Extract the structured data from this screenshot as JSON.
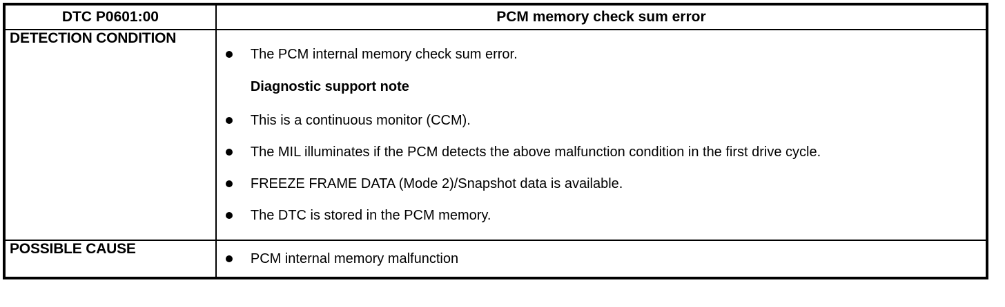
{
  "table": {
    "header": {
      "dtc_code": "DTC P0601:00",
      "dtc_title": "PCM memory check sum error"
    },
    "rows": [
      {
        "label": "DETECTION CONDITION",
        "items": [
          {
            "kind": "bullet",
            "text": "The PCM internal memory check sum error."
          },
          {
            "kind": "note",
            "text": "Diagnostic support note"
          },
          {
            "kind": "bullet",
            "text": "This is a continuous monitor (CCM)."
          },
          {
            "kind": "bullet",
            "text": "The MIL illuminates if the PCM detects the above malfunction condition in the first drive cycle."
          },
          {
            "kind": "bullet",
            "text": "FREEZE FRAME DATA (Mode 2)/Snapshot data is available."
          },
          {
            "kind": "bullet",
            "text": "The DTC is stored in the PCM memory."
          }
        ]
      },
      {
        "label": "POSSIBLE CAUSE",
        "items": [
          {
            "kind": "bullet",
            "text": "PCM internal memory malfunction"
          }
        ]
      }
    ]
  },
  "colors": {
    "border": "#000000",
    "text": "#000000",
    "background": "#ffffff"
  }
}
